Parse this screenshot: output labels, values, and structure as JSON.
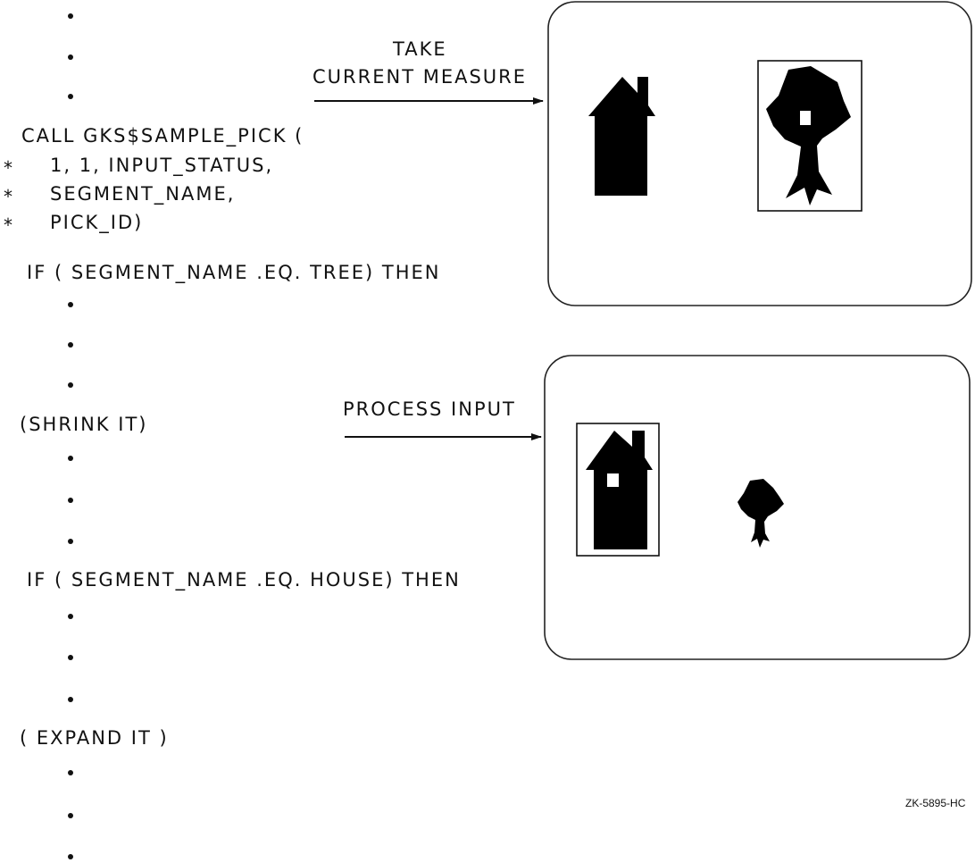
{
  "code": {
    "call_line": "CALL GKS$SAMPLE_PICK (",
    "cont1": "1, 1, INPUT_STATUS,",
    "cont2": "SEGMENT_NAME,",
    "cont3": "PICK_ID)",
    "continuation_marker": "*",
    "if_tree": "IF ( SEGMENT_NAME .EQ. TREE) THEN",
    "shrink": "(SHRINK IT)",
    "if_house": "IF ( SEGMENT_NAME .EQ. HOUSE) THEN",
    "expand": "( EXPAND IT )"
  },
  "arrows": {
    "take_line1": "TAKE",
    "take_line2": "CURRENT MEASURE",
    "process": "PROCESS INPUT"
  },
  "figure_id": "ZK-5895-HC"
}
